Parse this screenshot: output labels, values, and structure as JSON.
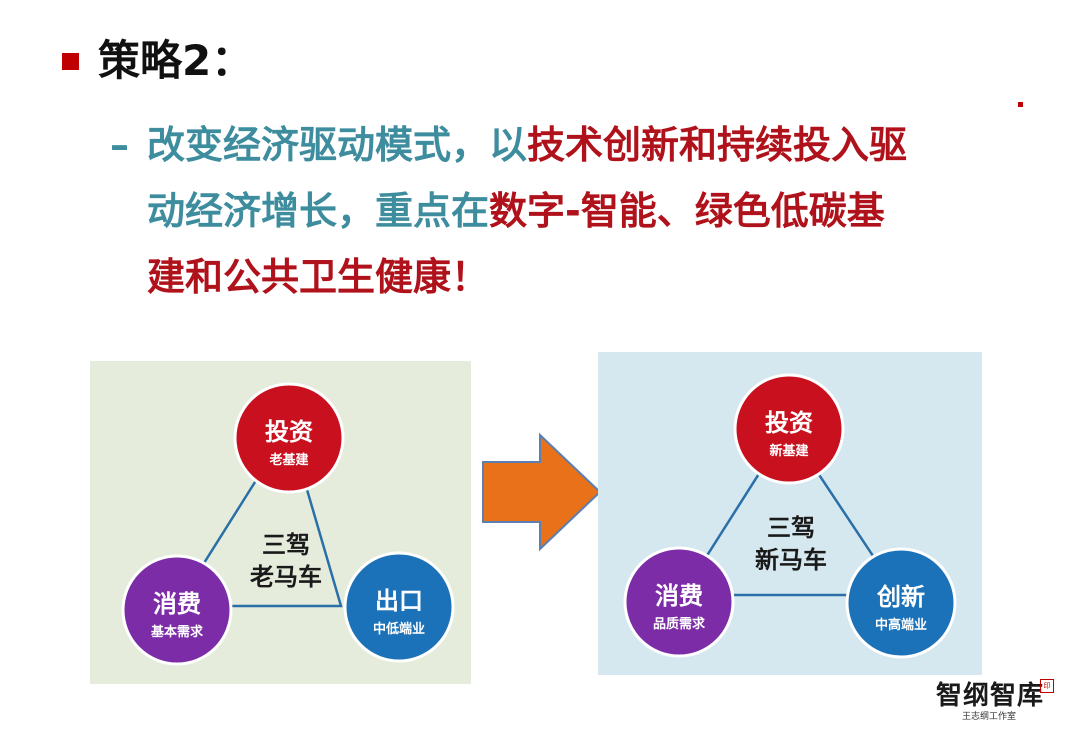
{
  "heading": "策略2：",
  "strategy": {
    "dash": "–",
    "line1_teal": "改变经济驱动模式，以",
    "line1_red": "技术创新和持续投入驱",
    "line2_teal": "动经济增长，重点在",
    "line2_red": "数字-智能、绿色低碳基",
    "line3_red": "建和公共卫生健康！"
  },
  "old_model": {
    "center_line1": "三驾",
    "center_line2": "老马车",
    "investment": {
      "title": "投资",
      "subtitle": "老基建"
    },
    "consumption": {
      "title": "消费",
      "subtitle": "基本需求"
    },
    "export": {
      "title": "出口",
      "subtitle": "中低端业"
    }
  },
  "new_model": {
    "center_line1": "三驾",
    "center_line2": "新马车",
    "investment": {
      "title": "投资",
      "subtitle": "新基建"
    },
    "consumption": {
      "title": "消费",
      "subtitle": "品质需求"
    },
    "innovation": {
      "title": "创新",
      "subtitle": "中高端业"
    }
  },
  "colors": {
    "investment": "#c8101f",
    "consumption": "#7b2ca6",
    "export_innovation": "#1c72b8",
    "arrow": "#e8711a",
    "connector": "#2a6fa8"
  },
  "logo": {
    "name": "智纲智库",
    "subtitle": "王志纲工作室",
    "seal": "印"
  }
}
